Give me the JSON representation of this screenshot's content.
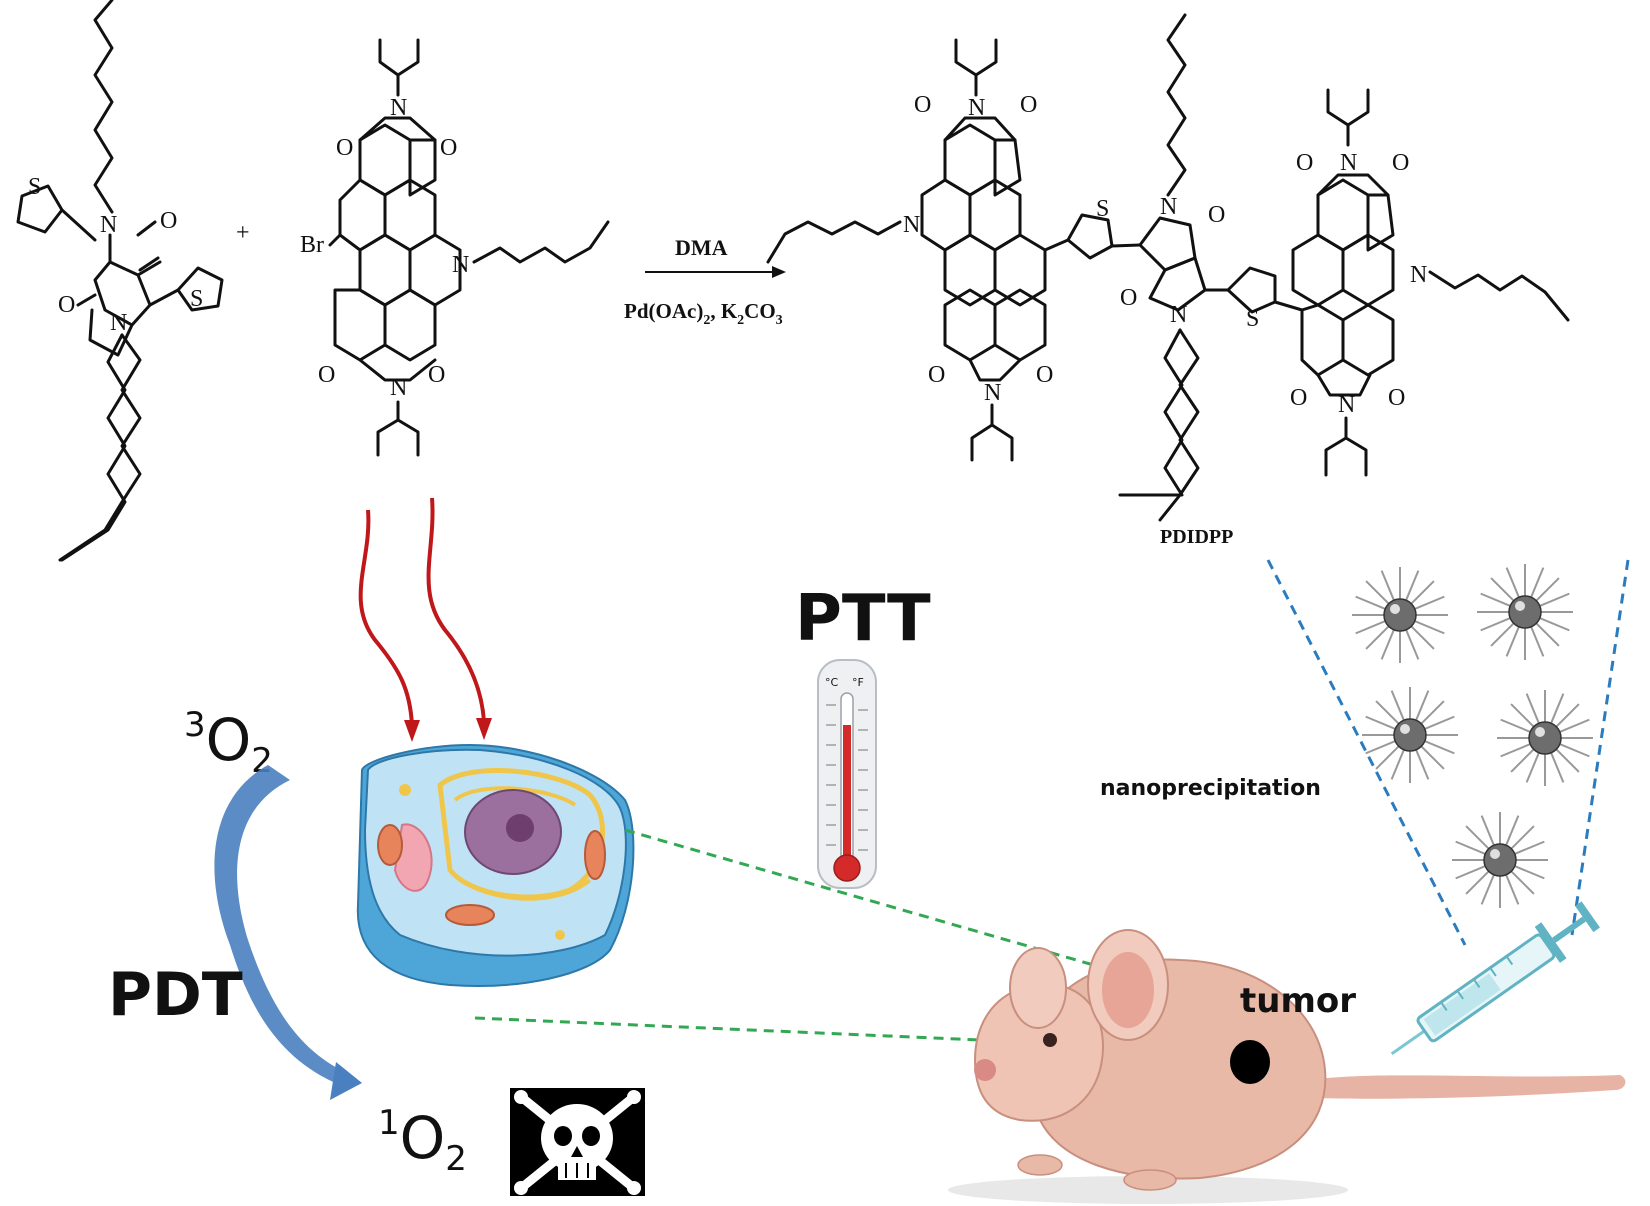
{
  "reaction": {
    "plus": "+",
    "solvent": "DMA",
    "catalyst_prefix": "Pd(OAc)",
    "catalyst_sub": "2",
    "catalyst_mid": ", K",
    "catalyst_sub2": "2",
    "catalyst_end": "CO",
    "catalyst_sub3": "3",
    "bromo": "Br",
    "product_name": "PDIDPP"
  },
  "atoms": {
    "N": "N",
    "O": "O",
    "S": "S"
  },
  "labels": {
    "nano": "nanoprecipitation",
    "ptt": "PTT",
    "pdt": "PDT",
    "tumor": "tumor",
    "triplet_sup": "3",
    "triplet_base": "O",
    "triplet_sub": "2",
    "singlet_sup": "1",
    "singlet_base": "O",
    "singlet_sub": "2",
    "thermo_c": "°C",
    "thermo_f": "°F"
  },
  "colors": {
    "light_arrow": "#c0181a",
    "pdt_arrow": "#4a7fc0",
    "green_dash": "#33a853",
    "blue_dash": "#2b7bbf",
    "thermo_red": "#d42a2a",
    "mouse_skin": "#e9b9a8"
  }
}
